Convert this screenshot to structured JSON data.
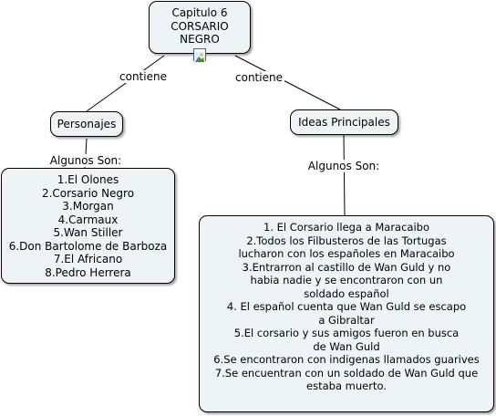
{
  "root": {
    "lines": [
      "Capitulo 6",
      "CORSARIO",
      "NEGRO"
    ],
    "icon": "image-icon"
  },
  "links": {
    "left": "contiene",
    "right": "contiene"
  },
  "personajes": {
    "title": "Personajes",
    "link": "Algunos Son:",
    "items": [
      "1.El Olones",
      "2.Corsario Negro",
      "3.Morgan",
      "4.Carmaux",
      "5.Wan Stiller",
      "6.Don Bartolome de Barboza",
      "7.El Africano",
      "8.Pedro Herrera"
    ]
  },
  "ideas": {
    "title": "Ideas Principales",
    "link": "Algunos Son:",
    "items": [
      "1. El Corsario llega a Maracaibo",
      "2.Todos los Filbusteros de las Tortugas",
      "lucharon con los españoles en Maracaibo",
      "3.Entrarron al castillo de Wan Guld y no",
      "habia nadie y se encontraron con un",
      "soldado español",
      "4. El español cuenta que Wan Guld se escapo",
      "a Gibraltar",
      "5.El corsario y sus amigos fueron en busca",
      "de Wan Guld",
      "6.Se encontraron con indigenas llamados guarives",
      "7.Se encuentran con un soldado de Wan Guld que",
      "estaba muerto."
    ]
  }
}
